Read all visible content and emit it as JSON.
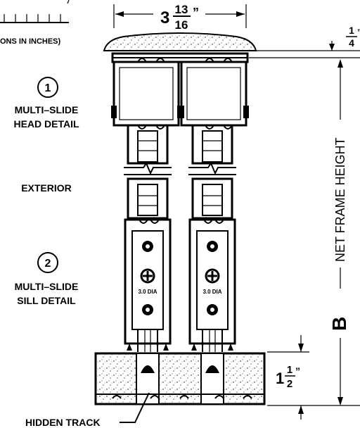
{
  "scale": {
    "partial_label": "ONS IN INCHES)"
  },
  "callouts": [
    {
      "number": "1",
      "line1": "MULTI–SLIDE",
      "line2": "HEAD DETAIL"
    },
    {
      "number": "2",
      "line1": "MULTI–SLIDE",
      "line2": "SILL DETAIL"
    }
  ],
  "labels": {
    "exterior": "EXTERIOR",
    "hidden_track": "HIDDEN TRACK",
    "net_frame_height": "NET FRAME HEIGHT",
    "dimension_letter": "B"
  },
  "dimensions": {
    "width": {
      "whole": "3",
      "numerator": "13",
      "denominator": "16",
      "unit": "”"
    },
    "head_offset": {
      "whole": "",
      "numerator": "1",
      "denominator": "4",
      "unit": "”"
    },
    "sill_height": {
      "whole": "1",
      "numerator": "1",
      "denominator": "2",
      "unit": "”"
    }
  },
  "hardware": {
    "roller_label_left": "3.0 DIA",
    "roller_label_right": "3.0 DIA"
  }
}
